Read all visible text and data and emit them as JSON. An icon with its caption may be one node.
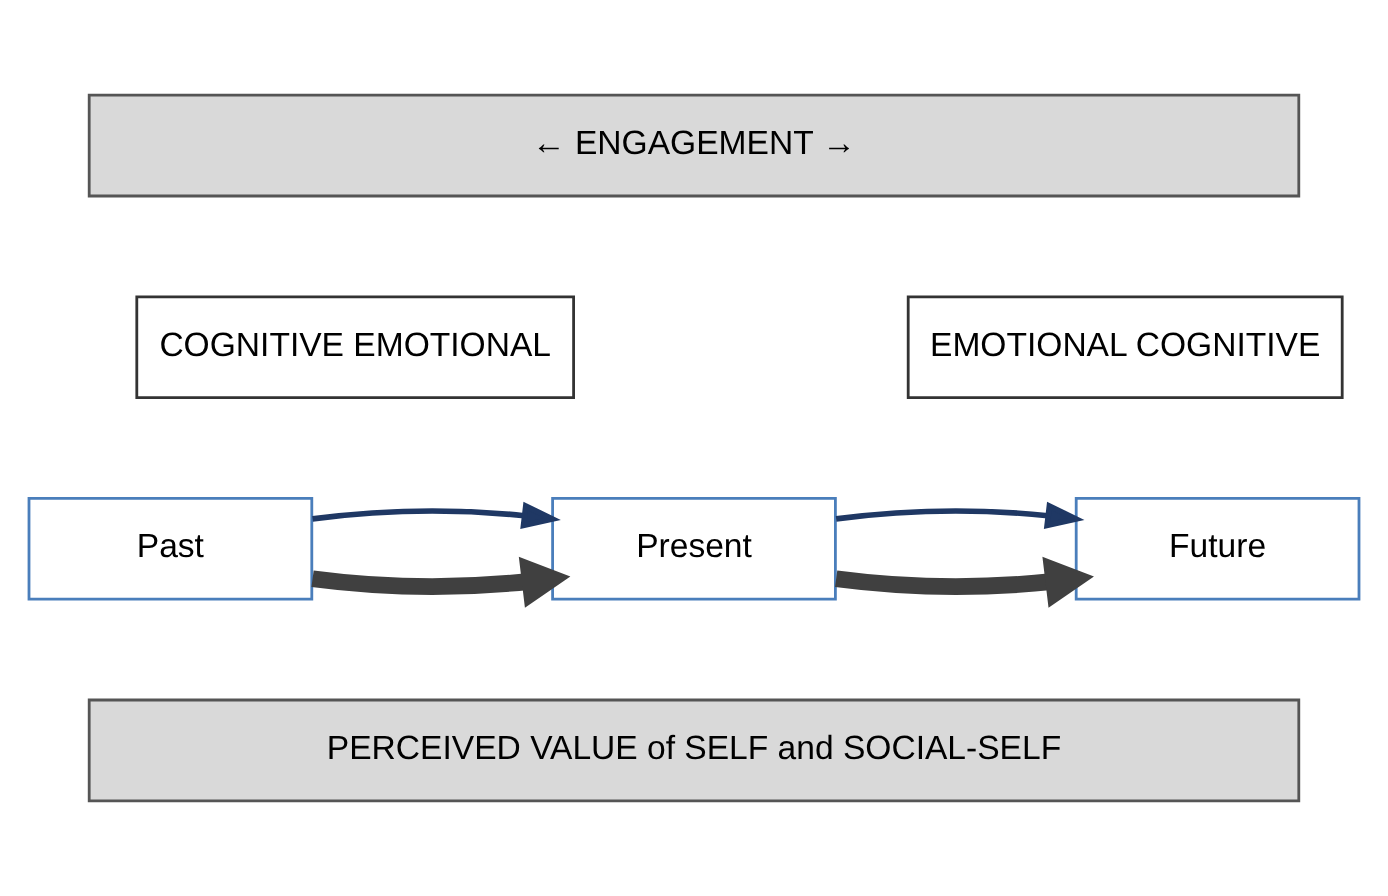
{
  "diagram": {
    "nodes": [
      {
        "text": [
          "← ENGAGEMENT →"
        ]
      },
      {
        "text": [
          "COGNITIVE EMOTIONAL"
        ]
      },
      {
        "text": [
          "EMOTIONAL COGNITIVE"
        ]
      },
      {
        "text": [
          "Past"
        ]
      },
      {
        "text": [
          "Present"
        ]
      },
      {
        "text": [
          "Future"
        ]
      },
      {
        "text": [
          "PERCEIVED VALUE of SELF and SOCIAL-SELF"
        ]
      }
    ],
    "edges": [
      {
        "from": 3,
        "to": 4,
        "arrow": "to",
        "style": "thick",
        "color": "#404040"
      },
      {
        "from": 4,
        "to": 5,
        "arrow": "to",
        "style": "thick",
        "color": "#404040"
      },
      {
        "from": 3,
        "to": 4,
        "arrow": "to",
        "color": "#1f3864"
      },
      {
        "from": 4,
        "to": 5,
        "arrow": "to",
        "color": "#1f3864"
      }
    ]
  }
}
